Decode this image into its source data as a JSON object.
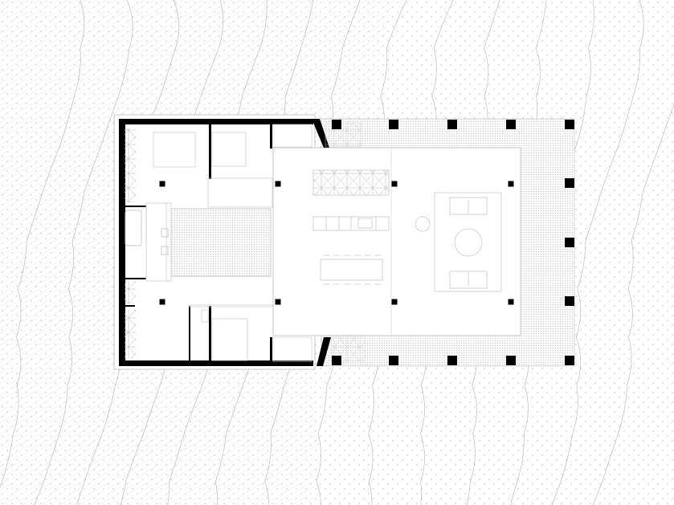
{
  "drawing": {
    "type": "architectural floor plan",
    "colors": {
      "background": "#ffffff",
      "wall": "#000000",
      "thin_line": "#c8c8c8",
      "contour": "#bdbdbd",
      "hatch": "#e4e4e4",
      "dot": "#bfbfbf",
      "terrace": "#d9d9d9"
    },
    "elements": [
      "terrain-hatched",
      "terrain-dotted",
      "contour-lines",
      "exterior-walls",
      "interior-walls",
      "courtyard",
      "living-room",
      "terrace",
      "columns",
      "kitchen",
      "dining-table",
      "sofas",
      "rug",
      "coffee-table",
      "beds",
      "bathtub",
      "closets",
      "stairs"
    ]
  }
}
